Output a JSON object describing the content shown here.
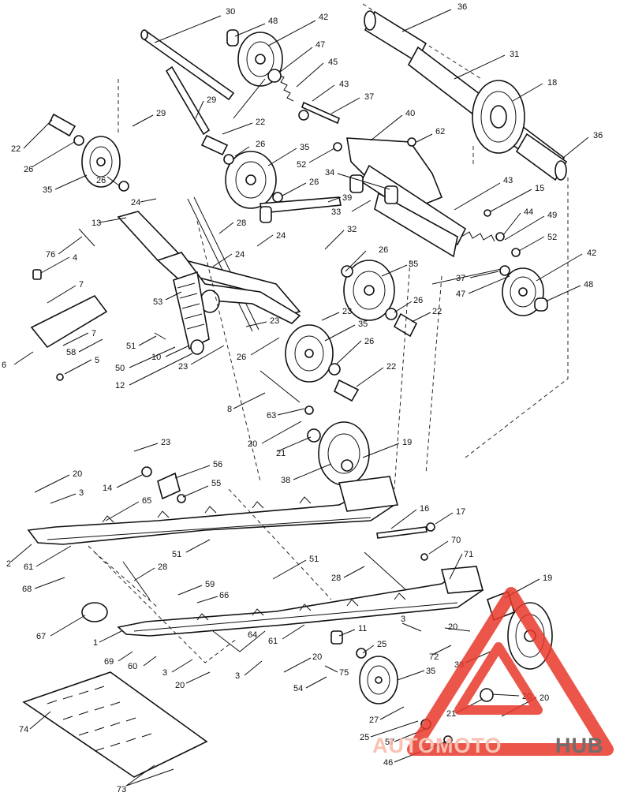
{
  "callouts": [
    {
      "id": "c30a",
      "text": "30"
    },
    {
      "id": "c48a",
      "text": "48"
    },
    {
      "id": "c42a",
      "text": "42"
    },
    {
      "id": "c36a",
      "text": "36"
    },
    {
      "id": "c47a",
      "text": "47"
    },
    {
      "id": "c31",
      "text": "31"
    },
    {
      "id": "c45",
      "text": "45"
    },
    {
      "id": "c18",
      "text": "18"
    },
    {
      "id": "c43a",
      "text": "43"
    },
    {
      "id": "c37a",
      "text": "37"
    },
    {
      "id": "c29a",
      "text": "29"
    },
    {
      "id": "c29b",
      "text": "29"
    },
    {
      "id": "c22a",
      "text": "22"
    },
    {
      "id": "c40",
      "text": "40"
    },
    {
      "id": "c36b",
      "text": "36"
    },
    {
      "id": "c62",
      "text": "62"
    },
    {
      "id": "c22b",
      "text": "22"
    },
    {
      "id": "c26a",
      "text": "26"
    },
    {
      "id": "c26b",
      "text": "26"
    },
    {
      "id": "c35a",
      "text": "35"
    },
    {
      "id": "c52a",
      "text": "52"
    },
    {
      "id": "c34",
      "text": "34"
    },
    {
      "id": "c35b",
      "text": "35"
    },
    {
      "id": "c26c",
      "text": "26"
    },
    {
      "id": "c26d",
      "text": "26"
    },
    {
      "id": "c39",
      "text": "39"
    },
    {
      "id": "c43b",
      "text": "43"
    },
    {
      "id": "c15",
      "text": "15"
    },
    {
      "id": "c33",
      "text": "33"
    },
    {
      "id": "c13",
      "text": "13"
    },
    {
      "id": "c24a",
      "text": "24"
    },
    {
      "id": "c28a",
      "text": "28"
    },
    {
      "id": "c44",
      "text": "44"
    },
    {
      "id": "c49",
      "text": "49"
    },
    {
      "id": "c24b",
      "text": "24"
    },
    {
      "id": "c32",
      "text": "32"
    },
    {
      "id": "c52b",
      "text": "52"
    },
    {
      "id": "c76",
      "text": "76"
    },
    {
      "id": "c4",
      "text": "4"
    },
    {
      "id": "c24c",
      "text": "24"
    },
    {
      "id": "c26e",
      "text": "26"
    },
    {
      "id": "c35c",
      "text": "35"
    },
    {
      "id": "c42b",
      "text": "42"
    },
    {
      "id": "c7a",
      "text": "7"
    },
    {
      "id": "c53",
      "text": "53"
    },
    {
      "id": "c37b",
      "text": "37"
    },
    {
      "id": "c47b",
      "text": "47"
    },
    {
      "id": "c48b",
      "text": "48"
    },
    {
      "id": "c26f",
      "text": "26"
    },
    {
      "id": "c22c",
      "text": "22"
    },
    {
      "id": "c23a",
      "text": "23"
    },
    {
      "id": "c7b",
      "text": "7"
    },
    {
      "id": "c23b",
      "text": "23"
    },
    {
      "id": "c35d",
      "text": "35"
    },
    {
      "id": "c51a",
      "text": "51"
    },
    {
      "id": "c58",
      "text": "58"
    },
    {
      "id": "c26g",
      "text": "26"
    },
    {
      "id": "c6",
      "text": "6"
    },
    {
      "id": "c5",
      "text": "5"
    },
    {
      "id": "c50",
      "text": "50"
    },
    {
      "id": "c10",
      "text": "10"
    },
    {
      "id": "c23c",
      "text": "23"
    },
    {
      "id": "c26h",
      "text": "26"
    },
    {
      "id": "c12",
      "text": "12"
    },
    {
      "id": "c22d",
      "text": "22"
    },
    {
      "id": "c8",
      "text": "8"
    },
    {
      "id": "c63",
      "text": "63"
    },
    {
      "id": "c20a",
      "text": "20"
    },
    {
      "id": "c21a",
      "text": "21"
    },
    {
      "id": "c19a",
      "text": "19"
    },
    {
      "id": "c23d",
      "text": "23"
    },
    {
      "id": "c56",
      "text": "56"
    },
    {
      "id": "c38a",
      "text": "38"
    },
    {
      "id": "c20b",
      "text": "20"
    },
    {
      "id": "c14",
      "text": "14"
    },
    {
      "id": "c55",
      "text": "55"
    },
    {
      "id": "c3a",
      "text": "3"
    },
    {
      "id": "c65",
      "text": "65"
    },
    {
      "id": "c16",
      "text": "16"
    },
    {
      "id": "c17",
      "text": "17"
    },
    {
      "id": "c70",
      "text": "70"
    },
    {
      "id": "c51b",
      "text": "51"
    },
    {
      "id": "c2",
      "text": "2"
    },
    {
      "id": "c61a",
      "text": "61"
    },
    {
      "id": "c71",
      "text": "71"
    },
    {
      "id": "c51c",
      "text": "51"
    },
    {
      "id": "c28b",
      "text": "28"
    },
    {
      "id": "c28c",
      "text": "28"
    },
    {
      "id": "c68",
      "text": "68"
    },
    {
      "id": "c19b",
      "text": "19"
    },
    {
      "id": "c59",
      "text": "59"
    },
    {
      "id": "c66",
      "text": "66"
    },
    {
      "id": "c67",
      "text": "67"
    },
    {
      "id": "c3b",
      "text": "3"
    },
    {
      "id": "c20c",
      "text": "20"
    },
    {
      "id": "c1",
      "text": "1"
    },
    {
      "id": "c64",
      "text": "64"
    },
    {
      "id": "c61b",
      "text": "61"
    },
    {
      "id": "c11",
      "text": "11"
    },
    {
      "id": "c25a",
      "text": "25"
    },
    {
      "id": "c72",
      "text": "72"
    },
    {
      "id": "c38b",
      "text": "38"
    },
    {
      "id": "c69",
      "text": "69"
    },
    {
      "id": "c60",
      "text": "60"
    },
    {
      "id": "c20d",
      "text": "20"
    },
    {
      "id": "c3c",
      "text": "3"
    },
    {
      "id": "c3d",
      "text": "3"
    },
    {
      "id": "c35e",
      "text": "35"
    },
    {
      "id": "c20e",
      "text": "20"
    },
    {
      "id": "c75",
      "text": "75"
    },
    {
      "id": "c54",
      "text": "54"
    },
    {
      "id": "c20f",
      "text": "20"
    },
    {
      "id": "c20g",
      "text": "20"
    },
    {
      "id": "c21b",
      "text": "21"
    },
    {
      "id": "c27",
      "text": "27"
    },
    {
      "id": "c74",
      "text": "74"
    },
    {
      "id": "c25b",
      "text": "25"
    },
    {
      "id": "c57",
      "text": "57"
    },
    {
      "id": "c46",
      "text": "46"
    },
    {
      "id": "c73",
      "text": "73"
    }
  ],
  "watermark": {
    "part1": "AUTOMOTO",
    "part2": "HUB",
    "accent": "#e8382b",
    "text_light": "#f7b8a8",
    "text_dark": "#555555"
  }
}
